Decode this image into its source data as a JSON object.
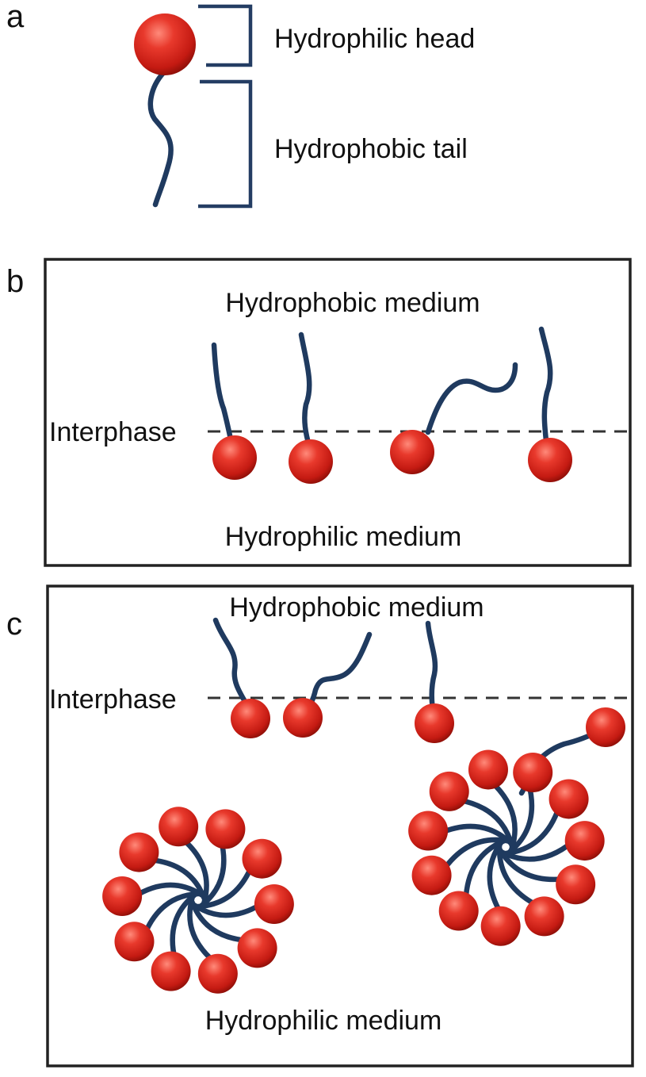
{
  "panels": {
    "a": {
      "letter": "a",
      "head_label": "Hydrophilic head",
      "tail_label": "Hydrophobic tail"
    },
    "b": {
      "letter": "b",
      "top_medium": "Hydrophobic medium",
      "interphase": "Interphase",
      "bottom_medium": "Hydrophilic medium"
    },
    "c": {
      "letter": "c",
      "top_medium": "Hydrophobic medium",
      "interphase": "Interphase",
      "bottom_medium": "Hydrophilic medium"
    }
  },
  "colors": {
    "head": "#d9261c",
    "head_dark": "#8f0f08",
    "head_light": "#ff8a7a",
    "tail": "#1f3a5f",
    "bracket": "#243d63",
    "frame": "#222222"
  }
}
